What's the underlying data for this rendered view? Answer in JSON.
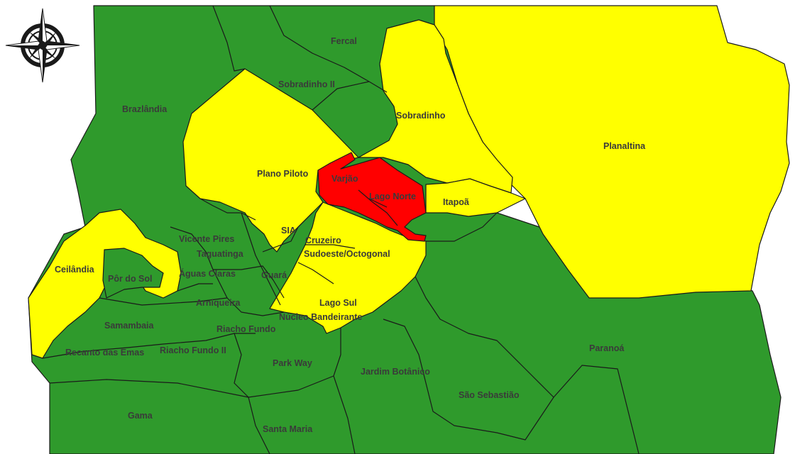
{
  "colors": {
    "green": "#2f9a2c",
    "yellow": "#ffff00",
    "red": "#ff0000",
    "background": "#ffffff",
    "border": "#1a1a1a",
    "label": "#3a3a3a"
  },
  "compass": {
    "icon": "compass-rose-icon"
  },
  "regions": [
    {
      "id": "fercal",
      "name": "Fercal",
      "status": "green"
    },
    {
      "id": "sobradinho-ii",
      "name": "Sobradinho II",
      "status": "green"
    },
    {
      "id": "brazlandia",
      "name": "Brazlândia",
      "status": "green"
    },
    {
      "id": "sobradinho",
      "name": "Sobradinho",
      "status": "yellow"
    },
    {
      "id": "planaltina",
      "name": "Planaltina",
      "status": "yellow"
    },
    {
      "id": "plano-piloto",
      "name": "Plano Piloto",
      "status": "yellow"
    },
    {
      "id": "varjao",
      "name": "Varjão",
      "status": "red"
    },
    {
      "id": "lago-norte",
      "name": "Lago Norte",
      "status": "red"
    },
    {
      "id": "itapoa",
      "name": "Itapoã",
      "status": "yellow"
    },
    {
      "id": "sia",
      "name": "SIA",
      "status": "green"
    },
    {
      "id": "vicente-pires",
      "name": "Vicente Pires",
      "status": "green"
    },
    {
      "id": "cruzeiro",
      "name": "Cruzeiro",
      "status": "green"
    },
    {
      "id": "taguatinga",
      "name": "Taguatinga",
      "status": "green"
    },
    {
      "id": "sudoeste-octogonal",
      "name": "Sudoeste/Octogonal",
      "status": "yellow"
    },
    {
      "id": "ceilandia",
      "name": "Ceilândia",
      "status": "yellow"
    },
    {
      "id": "aguas-claras",
      "name": "Águas Claras",
      "status": "green"
    },
    {
      "id": "guara",
      "name": "Guará",
      "status": "green"
    },
    {
      "id": "por-do-sol",
      "name": "Pôr do Sol",
      "status": "green"
    },
    {
      "id": "arniqueira",
      "name": "Arniqueira",
      "status": "green"
    },
    {
      "id": "lago-sul",
      "name": "Lago Sul",
      "status": "yellow"
    },
    {
      "id": "nucleo-bandeirante",
      "name": "Núcleo Bandeirante",
      "status": "yellow"
    },
    {
      "id": "samambaia",
      "name": "Samambaia",
      "status": "green"
    },
    {
      "id": "riacho-fundo",
      "name": "Riacho Fundo",
      "status": "green"
    },
    {
      "id": "recanto-das-emas",
      "name": "Recanto das Emas",
      "status": "green"
    },
    {
      "id": "riacho-fundo-ii",
      "name": "Riacho Fundo II",
      "status": "green"
    },
    {
      "id": "paranoa",
      "name": "Paranoá",
      "status": "green"
    },
    {
      "id": "park-way",
      "name": "Park Way",
      "status": "green"
    },
    {
      "id": "jardim-botanico",
      "name": "Jardim Botânico",
      "status": "green"
    },
    {
      "id": "sao-sebastiao",
      "name": "São Sebastião",
      "status": "green"
    },
    {
      "id": "gama",
      "name": "Gama",
      "status": "green"
    },
    {
      "id": "santa-maria",
      "name": "Santa Maria",
      "status": "green"
    }
  ]
}
